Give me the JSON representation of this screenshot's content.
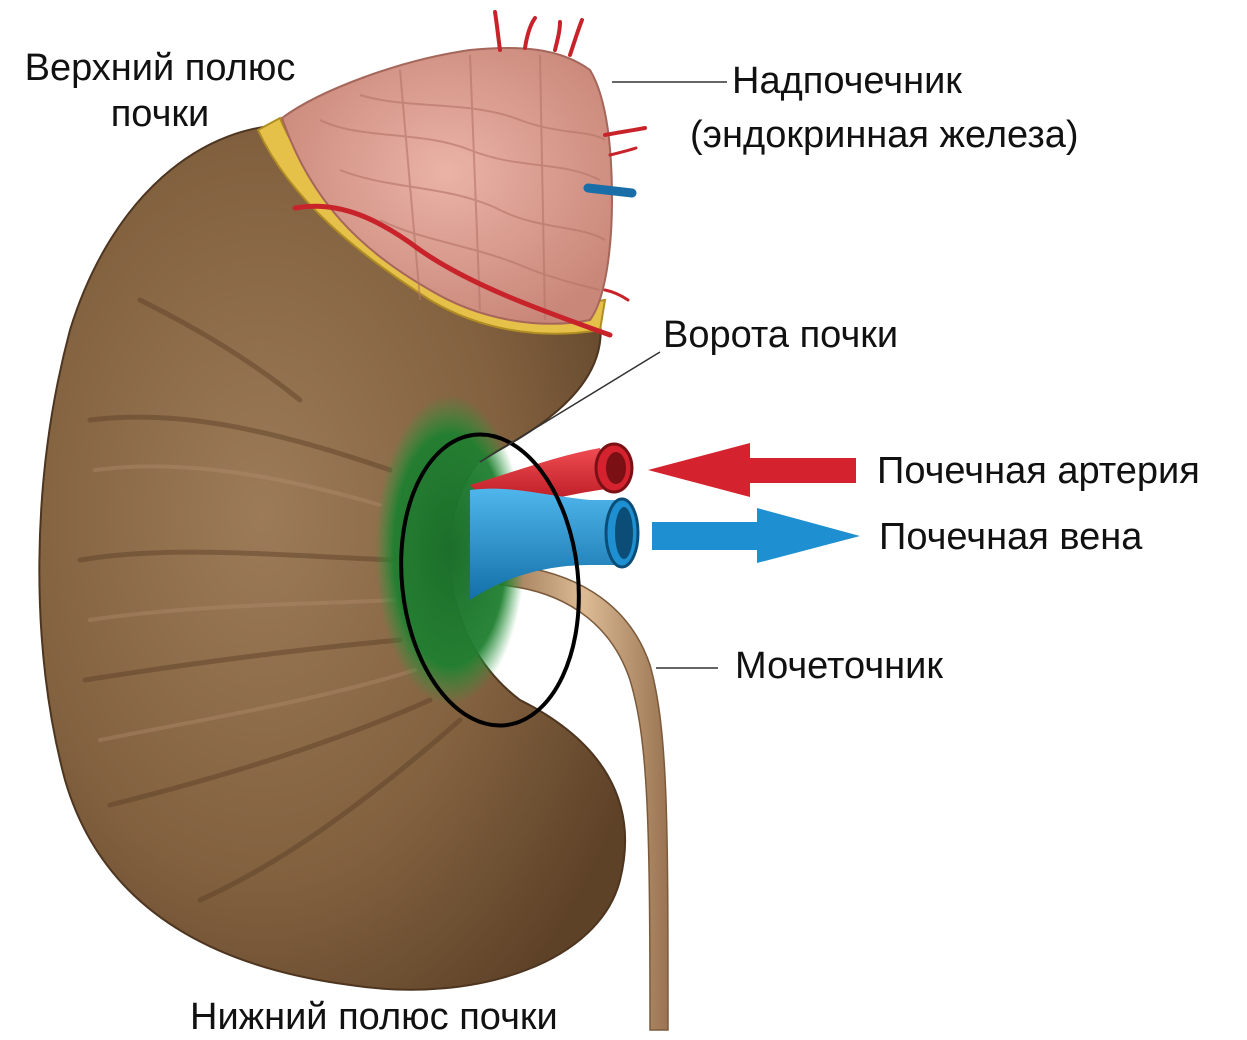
{
  "labels": {
    "upper_pole_line1": "Верхний полюс",
    "upper_pole_line2": "почки",
    "adrenal_line1": "Надпочечник",
    "adrenal_line2": "(эндокринная железа)",
    "hilum": "Ворота почки",
    "artery": "Почечная артерия",
    "vein": "Почечная вена",
    "ureter": "Мочеточник",
    "lower_pole": "Нижний полюс почки"
  },
  "colors": {
    "kidney": "#8a6a4a",
    "adrenal": "#d99a90",
    "artery": "#d4222e",
    "vein": "#1e8fd0",
    "hilum_highlight": "#1f7a30",
    "ureter": "#c7a07a"
  }
}
